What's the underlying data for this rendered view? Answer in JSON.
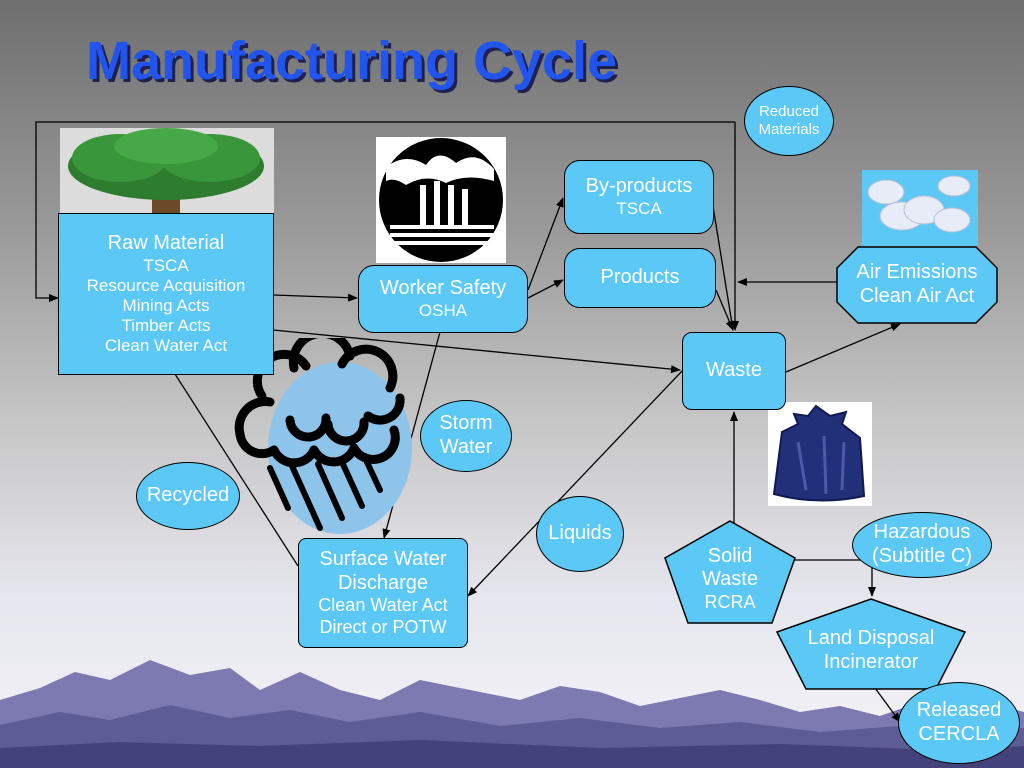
{
  "title": "Manufacturing Cycle",
  "colors": {
    "node_fill": "#5cc8f5",
    "title": "#2255ee",
    "outline": "#000000"
  },
  "nodes": {
    "raw_material": {
      "name": "Raw Material",
      "lines": [
        "TSCA",
        "Resource Acquisition",
        "Mining Acts",
        "Timber Acts",
        "Clean Water Act"
      ]
    },
    "worker_safety": {
      "name": "Worker Safety",
      "lines": [
        "OSHA"
      ]
    },
    "byproducts": {
      "name": "By-products",
      "lines": [
        "TSCA"
      ]
    },
    "products": {
      "name": "Products"
    },
    "waste": {
      "name": "Waste"
    },
    "air_emissions": {
      "lines": [
        "Air Emissions",
        "Clean Air Act"
      ]
    },
    "reduced_materials": {
      "lines": [
        "Reduced",
        "Materials"
      ]
    },
    "storm_water": {
      "lines": [
        "Storm",
        "Water"
      ]
    },
    "recycled": {
      "name": "Recycled"
    },
    "liquids": {
      "name": "Liquids"
    },
    "surface_water": {
      "lines": [
        "Surface Water",
        "Discharge",
        "Clean Water Act",
        "Direct or POTW"
      ]
    },
    "solid_waste": {
      "lines": [
        "Solid",
        "Waste",
        "RCRA"
      ]
    },
    "hazardous": {
      "lines": [
        "Hazardous",
        "(Subtitle C)"
      ]
    },
    "land_disposal": {
      "lines": [
        "Land Disposal",
        "Incinerator"
      ]
    },
    "released": {
      "lines": [
        "Released",
        "CERCLA"
      ]
    }
  },
  "icons": [
    "tree-icon",
    "factory-icon",
    "clouds-icon",
    "rain-cloud-icon",
    "trash-bag-icon",
    "mountains-icon"
  ]
}
